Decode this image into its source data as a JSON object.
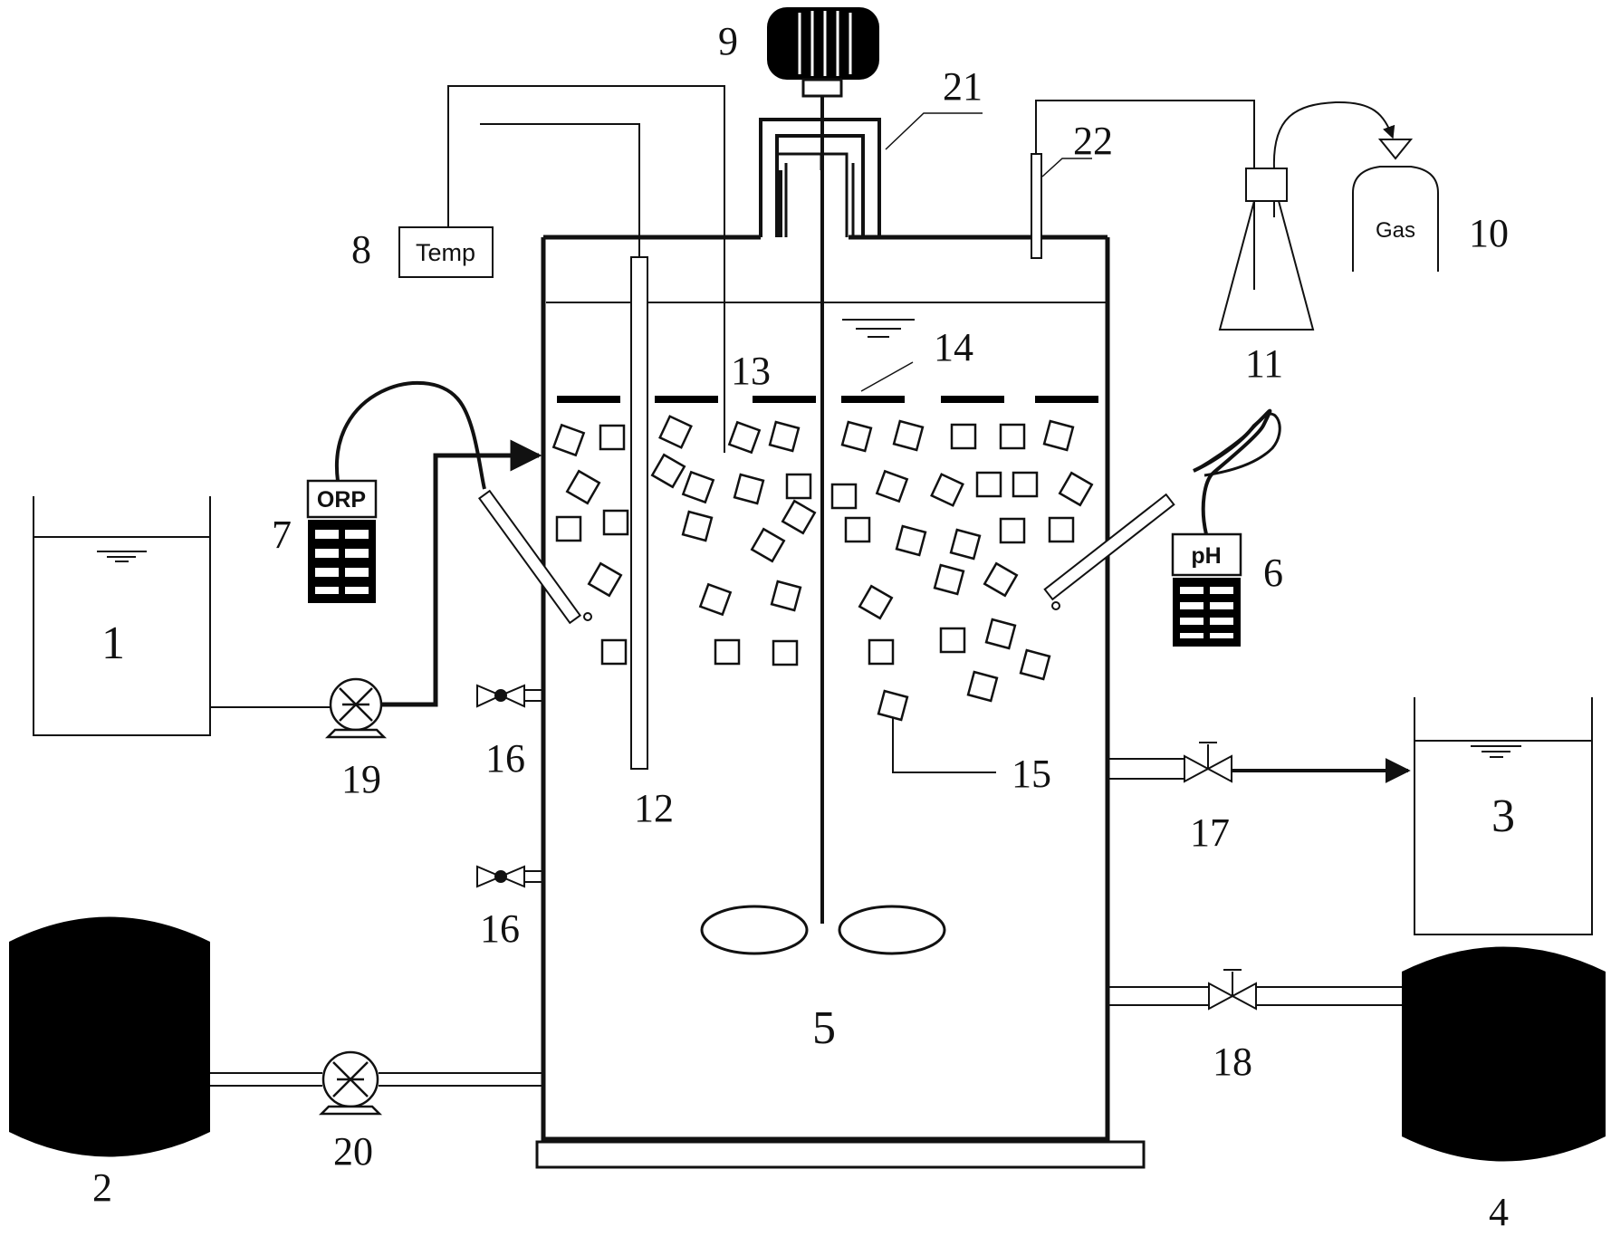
{
  "labels": {
    "feed_tank": "1",
    "gas_bag_left": "2",
    "effluent_tank": "3",
    "gas_bag_right": "4",
    "reactor": "5",
    "ph_meter": "6",
    "orp_meter": "7",
    "temp_controller": "8",
    "stirrer_motor": "9",
    "gas_collector": "10",
    "gas_washing_flask": "11",
    "temp_probe": "12",
    "sensor_line": "13",
    "perforated_plate": "14",
    "carrier": "15",
    "sampling_valve_top": "16",
    "sampling_valve_bottom": "16",
    "outlet_valve": "17",
    "bottom_valve": "18",
    "feed_pump": "19",
    "gas_pump": "20",
    "water_seal": "21",
    "gas_outlet_tube": "22"
  },
  "instruments": {
    "temp": "Temp",
    "orp": "ORP",
    "ph": "pH",
    "gas": "Gas"
  },
  "colors": {
    "line": "#111111",
    "fill_dark": "#000000",
    "background": "#ffffff"
  }
}
